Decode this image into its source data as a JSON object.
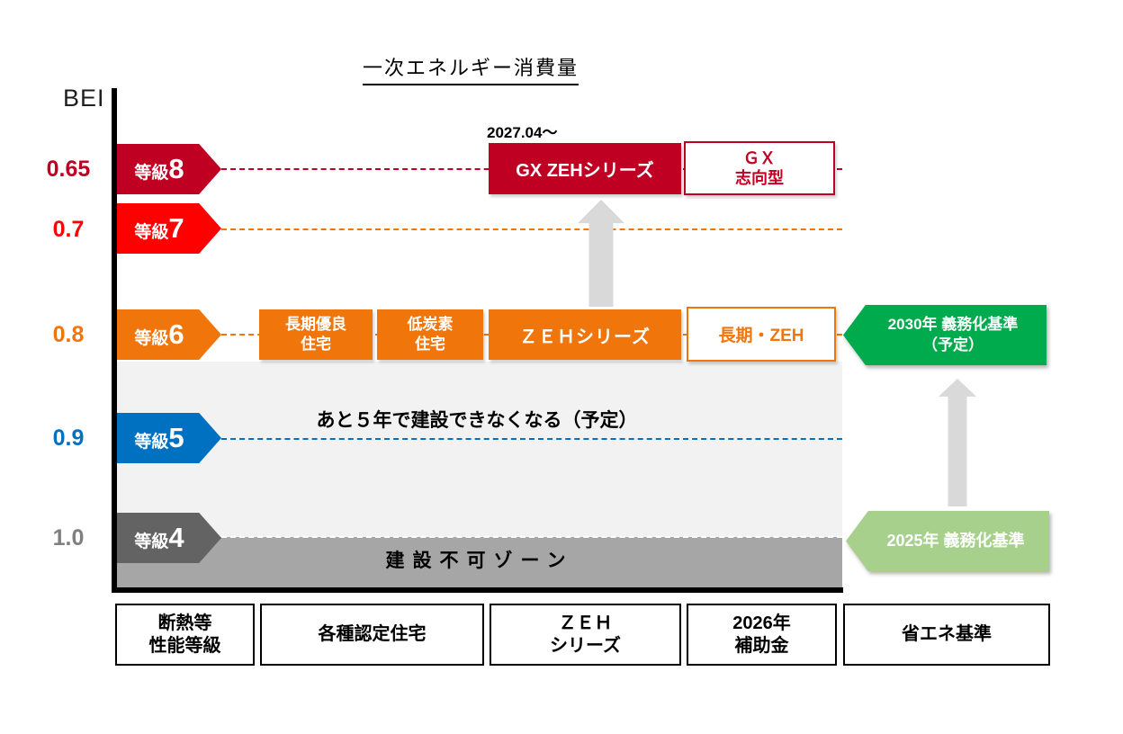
{
  "title": "一次エネルギー消費量",
  "axis": {
    "label": "BEI"
  },
  "rows": [
    {
      "value": "0.65",
      "grade_prefix": "等級",
      "grade_number": "8",
      "color": "#C00023",
      "value_color": "#C00023",
      "dash_color": "#C00023"
    },
    {
      "value": "0.7",
      "grade_prefix": "等級",
      "grade_number": "7",
      "color": "#FF0000",
      "value_color": "#FF0000",
      "dash_color": "#F0760C"
    },
    {
      "value": "0.8",
      "grade_prefix": "等級",
      "grade_number": "6",
      "color": "#F0760C",
      "value_color": "#F0760C",
      "dash_color": "#F0760C"
    },
    {
      "value": "0.9",
      "grade_prefix": "等級",
      "grade_number": "5",
      "color": "#0070C0",
      "value_color": "#0070C0",
      "dash_color": "#0070C0"
    },
    {
      "value": "1.0",
      "grade_prefix": "等級",
      "grade_number": "4",
      "color": "#636363",
      "value_color": "#7F7F7F",
      "dash_color": "#FFFFFF"
    }
  ],
  "boxes": {
    "gx_zeh": {
      "label": "GX ZEHシリーズ",
      "bg": "#C00023"
    },
    "gx_shiko": {
      "line1": "ＧＸ",
      "line2": "志向型",
      "border_color": "#C00023",
      "text_color": "#C00023"
    },
    "chouki_yuryo": {
      "line1": "長期優良",
      "line2": "住宅",
      "bg": "#F0760C"
    },
    "teitanso": {
      "line1": "低炭素",
      "line2": "住宅",
      "bg": "#F0760C"
    },
    "zeh_series": {
      "label": "ＺＥＨシリーズ",
      "bg": "#F0760C"
    },
    "chouki_zeh": {
      "label": "長期・ZEH",
      "border_color": "#F0760C",
      "text_color": "#F0760C"
    }
  },
  "milestones": {
    "m2030": {
      "line1": "2030年 義務化基準",
      "line2": "（予定）",
      "bg": "#00AB4E"
    },
    "m2025": {
      "label": "2025年 義務化基準",
      "bg": "#A8D08D"
    }
  },
  "annotations": {
    "start_date": "2027.04～",
    "five_year_note": "あと５年で建設できなくなる（予定）",
    "no_build_zone": "建設不可ゾーン"
  },
  "zones": {
    "warning_bg": "#F2F2F2",
    "restricted_bg": "#A6A6A6"
  },
  "legend": {
    "items": [
      {
        "line1": "断熱等",
        "line2": "性能等級"
      },
      {
        "line1": "各種認定住宅"
      },
      {
        "line1": "ＺＥＨ",
        "line2": "シリーズ"
      },
      {
        "line1": "2026年",
        "line2": "補助金"
      },
      {
        "line1": "省エネ基準"
      }
    ]
  }
}
